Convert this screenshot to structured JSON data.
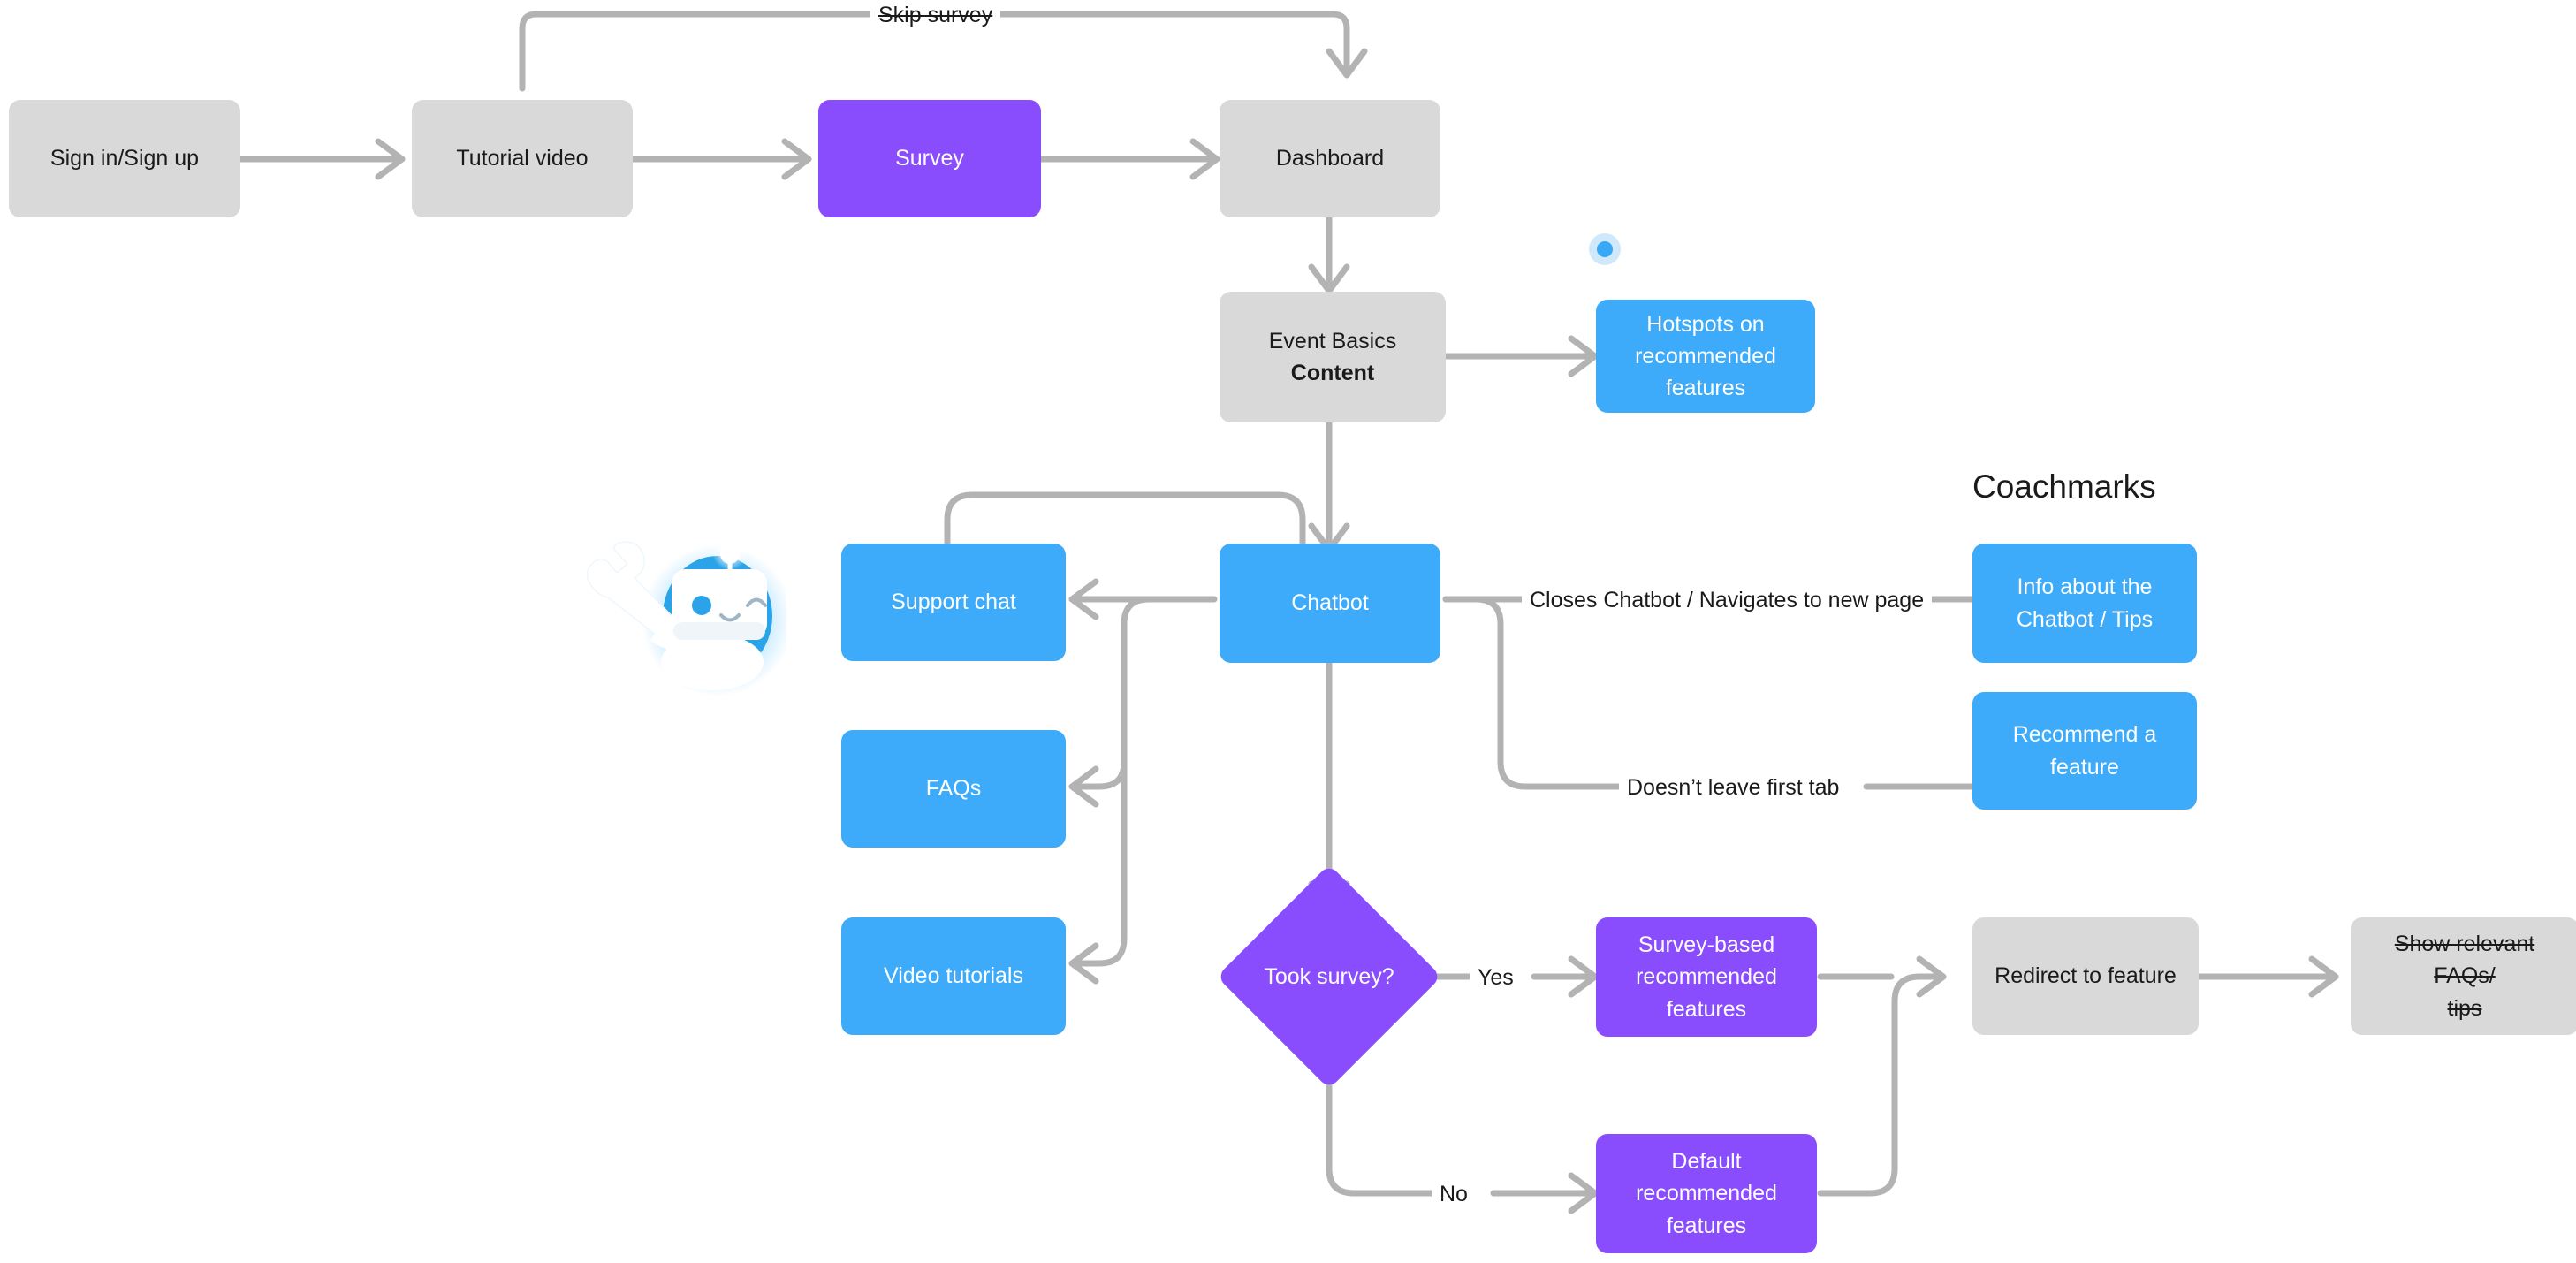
{
  "diagram": {
    "title": "Onboarding and chatbot user flow",
    "colors": {
      "gray_node": "#d9d9d9",
      "blue_node": "#3dabfa",
      "purple_node": "#8a4dfd",
      "edge": "#b3b3b3",
      "text_dark": "#1a1a1a",
      "text_light": "#ffffff",
      "hotspot_core": "#37a8f5",
      "hotspot_halo": "#cfe9fb"
    },
    "section_headings": {
      "coachmarks": "Coachmarks"
    },
    "nodes": {
      "sign_in": "Sign in/Sign up",
      "tutorial_video": "Tutorial video",
      "survey": "Survey",
      "dashboard": "Dashboard",
      "event_basics_line1": "Event Basics",
      "event_basics_line2": "Content",
      "hotspots": "Hotspots on recommended features",
      "chatbot": "Chatbot",
      "support_chat": "Support chat",
      "faqs": "FAQs",
      "video_tutorials": "Video tutorials",
      "info_about_chatbot": "Info about the Chatbot / Tips",
      "recommend_feature": "Recommend a feature",
      "took_survey": "Took survey?",
      "survey_based": "Survey-based recommended features",
      "default_recommended": "Default recommended features",
      "redirect_to_feature": "Redirect to feature",
      "show_relevant_faqs_line1": "Show relevant FAQs/",
      "show_relevant_faqs_line2": "tips"
    },
    "edge_labels": {
      "skip_survey": "Skip survey",
      "closes_chatbot": "Closes Chatbot / Navigates to new page",
      "doesnt_leave_first_tab": "Doesn’t leave first tab",
      "yes": "Yes",
      "no": "No"
    },
    "icons": {
      "hotspot": "hotspot-dot-icon",
      "mascot": "chatbot-robot-mascot-icon"
    }
  }
}
